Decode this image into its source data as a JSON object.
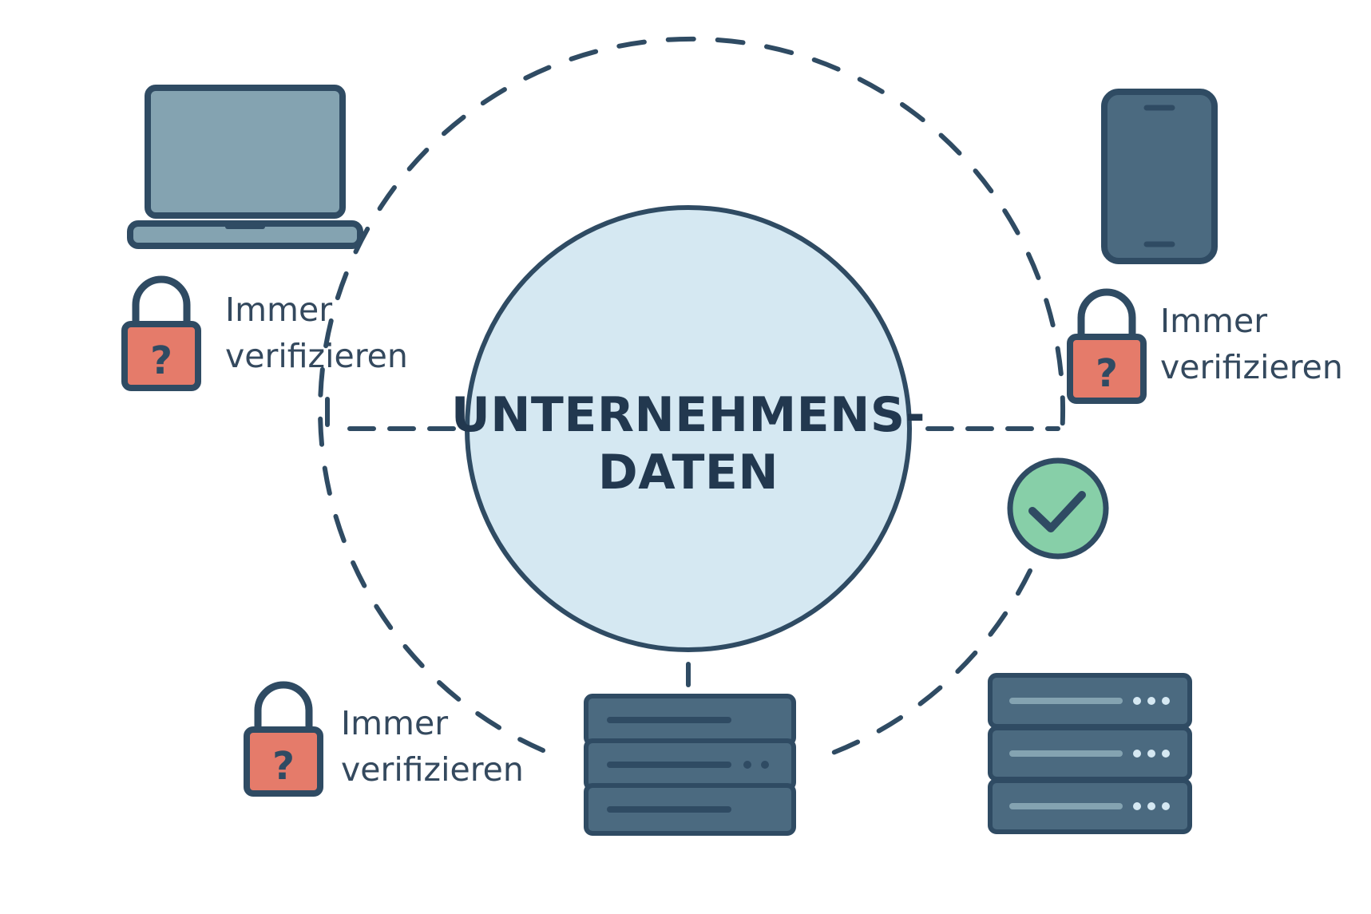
{
  "core": {
    "line1": "UNTERNEHMENS-",
    "line2": "DATEN"
  },
  "labels": {
    "laptop": {
      "line1": "Immer",
      "line2": "verifizieren"
    },
    "phone": {
      "line1": "Immer",
      "line2": "verifizieren"
    },
    "bottom_left": {
      "line1": "Immer",
      "line2": "verifizieren"
    }
  },
  "colors": {
    "outline": "#2f4b63",
    "core_fill": "#d5e8f2",
    "laptop_screen": "#84a3b1",
    "device_fill": "#4b6a80",
    "lock_body": "#e57b6a",
    "check_fill": "#87cfa8",
    "check_mark": "#2f4b63"
  },
  "icons": [
    "laptop-icon",
    "smartphone-icon",
    "lock-question-icon",
    "checkmark-icon",
    "server-icon"
  ]
}
